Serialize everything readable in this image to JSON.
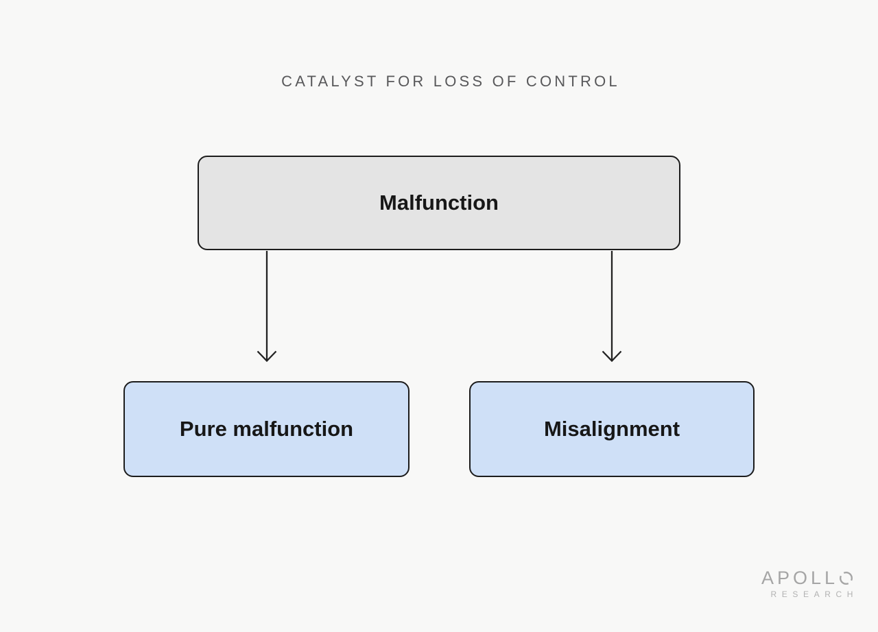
{
  "title": "CATALYST FOR LOSS OF CONTROL",
  "nodes": {
    "root": {
      "label": "Malfunction"
    },
    "children": [
      {
        "label": "Pure malfunction"
      },
      {
        "label": "Misalignment"
      }
    ]
  },
  "logo": {
    "wordmark": "APOLLO",
    "wordmark_text": "APOLL",
    "subtitle": "RESEARCH"
  },
  "colors": {
    "background": "#f8f8f7",
    "root_node_fill": "#e4e4e4",
    "child_node_fill": "#cfe0f7",
    "node_border": "#1c1c1c",
    "node_text": "#171717",
    "title_text": "#58585a",
    "arrow": "#222222",
    "logo_text": "#a5a5a5"
  }
}
